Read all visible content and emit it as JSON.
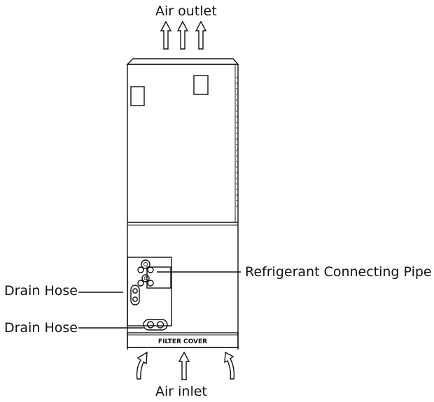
{
  "labels": {
    "air_outlet": "Air outlet",
    "air_inlet": "Air inlet",
    "refrigerant_pipe": "Refrigerant Connecting Pipe",
    "drain_hose_upper": "Drain Hose",
    "drain_hose_lower": "Drain Hose",
    "filter_cover": "FILTER COVER"
  }
}
